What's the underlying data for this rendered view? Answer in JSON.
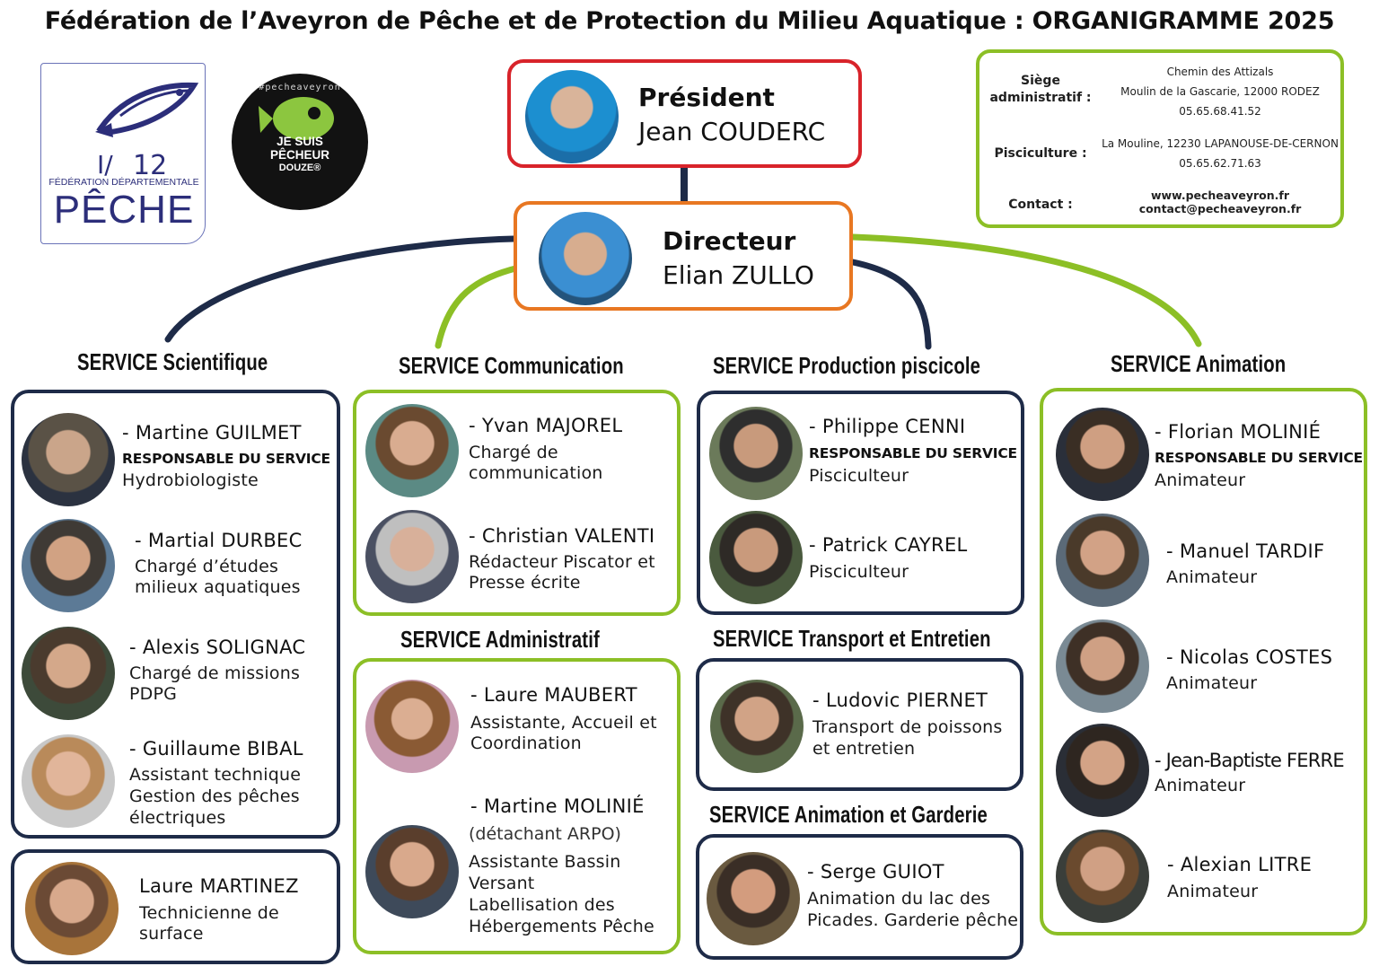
{
  "title": "Fédération de l’Aveyron de Pêche et de Protection du Milieu Aquatique : ORGANIGRAMME 2025",
  "logos": {
    "federation": {
      "number": "12",
      "line1": "FÉDÉRATION DÉPARTEMENTALE",
      "line2": "PÊCHE"
    },
    "douze": {
      "hashtag": "#pecheaveyron",
      "line1": "JE SUIS",
      "line2": "PÊCHEUR",
      "line3": "DOUZE®"
    }
  },
  "address": {
    "siege_label": "Siège administratif :",
    "siege_line1": "Chemin des Attizals",
    "siege_line2": "Moulin de la Gascarie, 12000 RODEZ",
    "siege_phone": "05.65.68.41.52",
    "pisci_label": "Pisciculture :",
    "pisci_line1": "La Mouline, 12230 LAPANOUSE-DE-CERNON",
    "pisci_phone": "05.65.62.71.63",
    "contact_label": "Contact :",
    "website": "www.pecheaveyron.fr",
    "email": "contact@pecheaveyron.fr"
  },
  "president": {
    "role": "Président",
    "name": "Jean COUDERC"
  },
  "directeur": {
    "role": "Directeur",
    "name": "Elian ZULLO"
  },
  "services": {
    "scientifique": {
      "title": "SERVICE Scientifique",
      "members": [
        {
          "name": "- Martine GUILMET",
          "resp": "RESPONSABLE DU SERVICE",
          "role1": "Hydrobiologiste"
        },
        {
          "name": "- Martial DURBEC",
          "role1": "Chargé d’études",
          "role2": "milieux aquatiques"
        },
        {
          "name": "- Alexis SOLIGNAC",
          "role1": "Chargé de missions",
          "role2": "PDPG"
        },
        {
          "name": "- Guillaume BIBAL",
          "role1": "Assistant technique",
          "role2": "Gestion des pêches",
          "role3": "électriques"
        }
      ],
      "extra": {
        "name": "Laure MARTINEZ",
        "role1": "Technicienne de",
        "role2": "surface"
      }
    },
    "communication": {
      "title": "SERVICE Communication",
      "members": [
        {
          "name": "- Yvan MAJOREL",
          "role1": "Chargé de",
          "role2": "communication"
        },
        {
          "name": "- Christian VALENTI",
          "role1": "Rédacteur Piscator et",
          "role2": "Presse écrite"
        }
      ]
    },
    "administratif": {
      "title": "SERVICE Administratif",
      "members": [
        {
          "name": "- Laure MAUBERT",
          "role1": "Assistante, Accueil et",
          "role2": "Coordination"
        },
        {
          "name": "- Martine MOLINIÉ",
          "sub": "(détachant ARPO)",
          "role1": "Assistante Bassin",
          "role2": "Versant",
          "role3": "Labellisation des",
          "role4": "Hébergements Pêche"
        }
      ]
    },
    "production": {
      "title": "SERVICE Production piscicole",
      "members": [
        {
          "name": "- Philippe CENNI",
          "resp": "RESPONSABLE DU SERVICE",
          "role1": "Pisciculteur"
        },
        {
          "name": "- Patrick CAYREL",
          "role1": "Pisciculteur"
        }
      ]
    },
    "transport": {
      "title": "SERVICE Transport et Entretien",
      "members": [
        {
          "name": "- Ludovic PIERNET",
          "role1": "Transport de poissons",
          "role2": "et entretien"
        }
      ]
    },
    "garderie": {
      "title": "SERVICE Animation et Garderie",
      "members": [
        {
          "name": "- Serge GUIOT",
          "role1": "Animation du lac des",
          "role2": "Picades. Garderie pêche"
        }
      ]
    },
    "animation": {
      "title": "SERVICE Animation",
      "members": [
        {
          "name": "- Florian MOLINIÉ",
          "resp": "RESPONSABLE DU SERVICE",
          "role1": "Animateur"
        },
        {
          "name": "- Manuel TARDIF",
          "role1": "Animateur"
        },
        {
          "name": "- Nicolas COSTES",
          "role1": "Animateur"
        },
        {
          "name": "- Jean-Baptiste FERRE",
          "role1": "Animateur"
        },
        {
          "name": "- Alexian LITRE",
          "role1": "Animateur"
        }
      ]
    }
  },
  "colors": {
    "navy": "#1e2b48",
    "green": "#8cbf26",
    "red": "#d8232a",
    "orange": "#e87722",
    "logo_blue": "#2c2e7a"
  }
}
